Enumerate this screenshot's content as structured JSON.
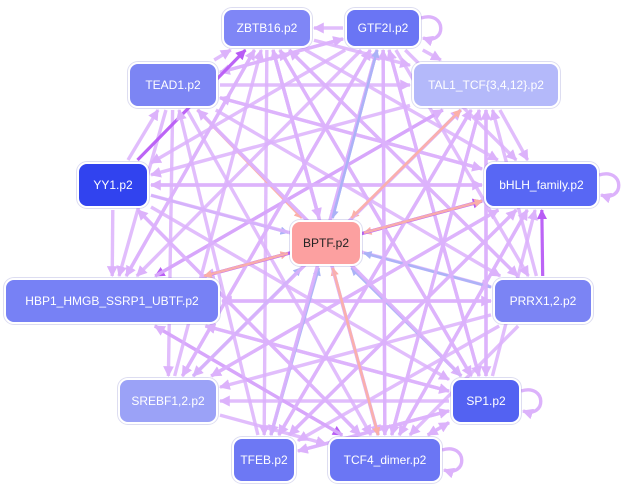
{
  "diagram": {
    "nodes": [
      {
        "id": "ZBTB16",
        "label": "ZBTB16.p2",
        "color": "#7f86f6"
      },
      {
        "id": "GTF2I",
        "label": "GTF2I.p2",
        "color": "#6a75f4"
      },
      {
        "id": "TEAD1",
        "label": "TEAD1.p2",
        "color": "#7c85f4"
      },
      {
        "id": "TAL1",
        "label": "TAL1_TCF{3,4,12}.p2",
        "color": "#b4b9fa"
      },
      {
        "id": "YY1",
        "label": "YY1.p2",
        "color": "#3143ef"
      },
      {
        "id": "bHLH",
        "label": "bHLH_family.p2",
        "color": "#5867f4"
      },
      {
        "id": "BPTF",
        "label": "BPTF.p2",
        "color": "#fca0a0"
      },
      {
        "id": "HBP1",
        "label": "HBP1_HMGB_SSRP1_UBTF.p2",
        "color": "#7781f5"
      },
      {
        "id": "PRRX1",
        "label": "PRRX1,2.p2",
        "color": "#7b84f4"
      },
      {
        "id": "SREBF1",
        "label": "SREBF1,2.p2",
        "color": "#9ba2f7"
      },
      {
        "id": "SP1",
        "label": "SP1.p2",
        "color": "#5362f2"
      },
      {
        "id": "TFEB",
        "label": "TFEB.p2",
        "color": "#6d78f4"
      },
      {
        "id": "TCF4",
        "label": "TCF4_dimer.p2",
        "color": "#6b76f4"
      }
    ],
    "edge_colors": {
      "default": "#dcb2fb",
      "strong": "#b85cf5",
      "activating": "#fbb0a8",
      "repressing": "#aab2f7"
    }
  }
}
